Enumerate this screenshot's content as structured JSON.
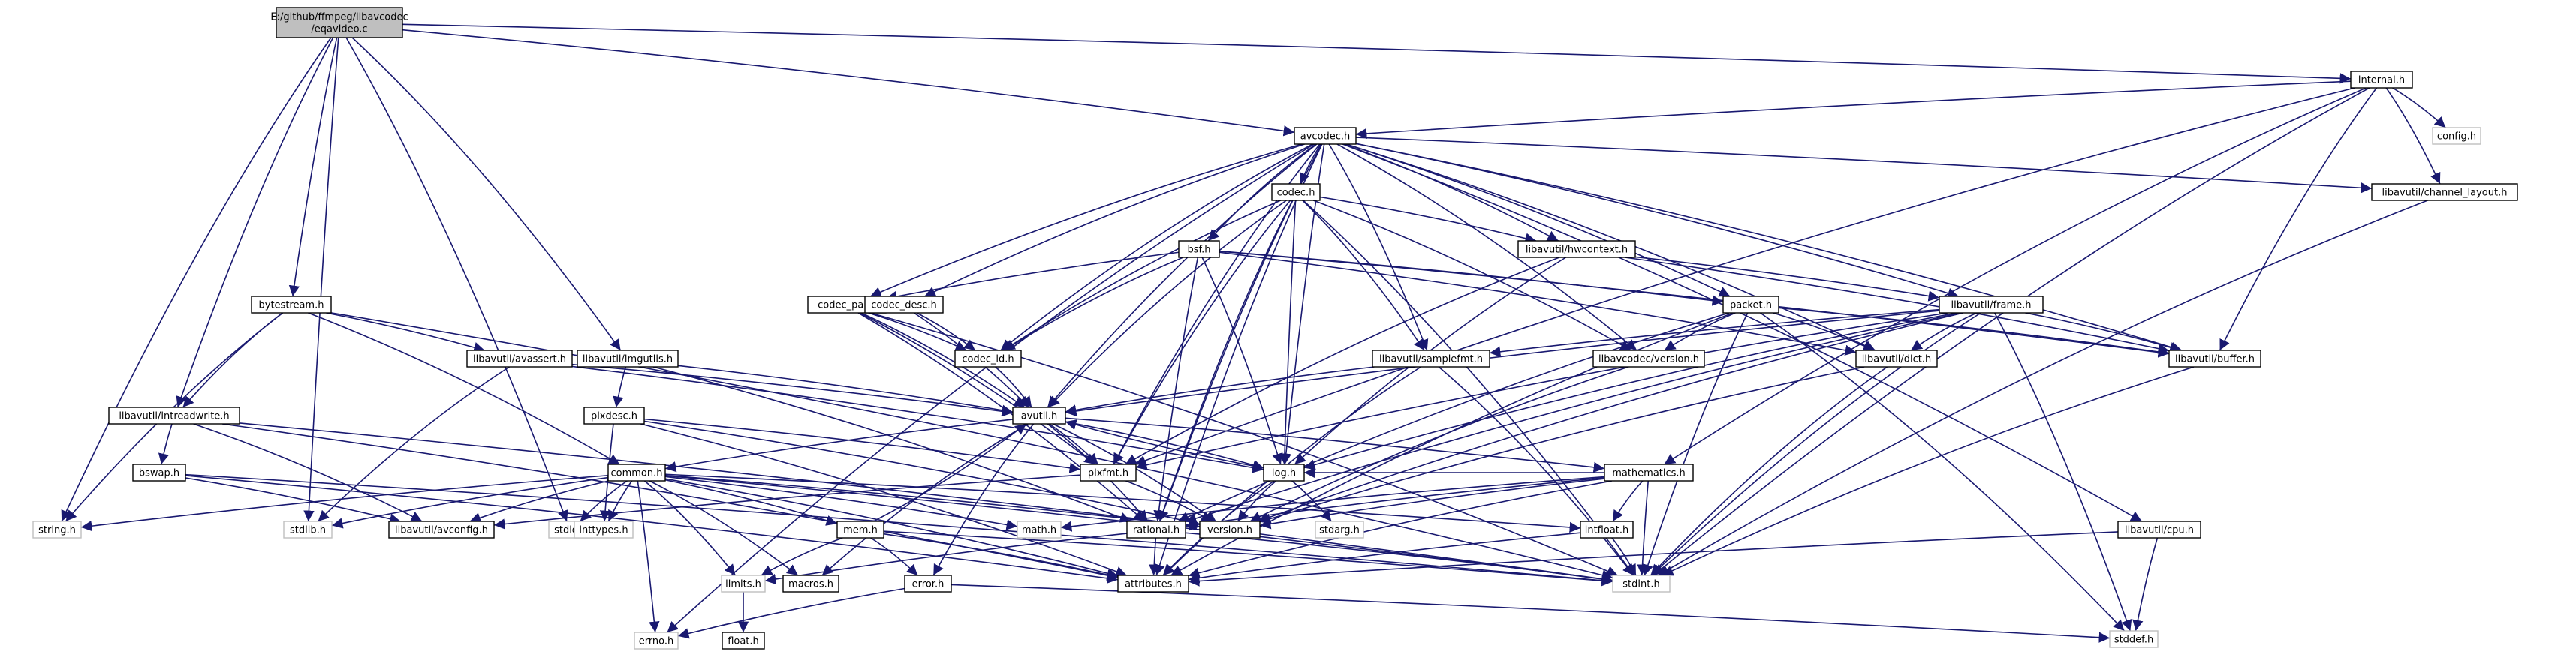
{
  "colors": {
    "background": "#ffffff",
    "edge": "#191970",
    "root_fill": "#bfbfbf",
    "node_fill": "#ffffff",
    "node_border": "#000000",
    "system_border": "#bfbfbf",
    "system_text": "#7f7f7f"
  },
  "nodes": [
    {
      "id": "root",
      "lines": [
        "E:/github/ffmpeg/libavcodec",
        "/eqavideo.c"
      ],
      "kind": "root"
    },
    {
      "id": "internal",
      "lines": [
        "internal.h"
      ],
      "kind": "header"
    },
    {
      "id": "avcodec",
      "lines": [
        "avcodec.h"
      ],
      "kind": "header"
    },
    {
      "id": "config",
      "lines": [
        "config.h"
      ],
      "kind": "system"
    },
    {
      "id": "channel_layout",
      "lines": [
        "libavutil/channel_layout.h"
      ],
      "kind": "header"
    },
    {
      "id": "codec",
      "lines": [
        "codec.h"
      ],
      "kind": "header"
    },
    {
      "id": "bsf",
      "lines": [
        "bsf.h"
      ],
      "kind": "header"
    },
    {
      "id": "hwcontext",
      "lines": [
        "libavutil/hwcontext.h"
      ],
      "kind": "header"
    },
    {
      "id": "frame",
      "lines": [
        "libavutil/frame.h"
      ],
      "kind": "header"
    },
    {
      "id": "bytestream",
      "lines": [
        "bytestream.h"
      ],
      "kind": "header"
    },
    {
      "id": "codec_par",
      "lines": [
        "codec_par.h"
      ],
      "kind": "header"
    },
    {
      "id": "codec_desc",
      "lines": [
        "codec_desc.h"
      ],
      "kind": "header"
    },
    {
      "id": "packet",
      "lines": [
        "packet.h"
      ],
      "kind": "header"
    },
    {
      "id": "avassert",
      "lines": [
        "libavutil/avassert.h"
      ],
      "kind": "header"
    },
    {
      "id": "imgutils",
      "lines": [
        "libavutil/imgutils.h"
      ],
      "kind": "header"
    },
    {
      "id": "samplefmt",
      "lines": [
        "libavutil/samplefmt.h"
      ],
      "kind": "header"
    },
    {
      "id": "codec_id",
      "lines": [
        "codec_id.h"
      ],
      "kind": "header"
    },
    {
      "id": "lavc_version",
      "lines": [
        "libavcodec/version.h"
      ],
      "kind": "header"
    },
    {
      "id": "dict",
      "lines": [
        "libavutil/dict.h"
      ],
      "kind": "header"
    },
    {
      "id": "buffer",
      "lines": [
        "libavutil/buffer.h"
      ],
      "kind": "header"
    },
    {
      "id": "intreadwrite",
      "lines": [
        "libavutil/intreadwrite.h"
      ],
      "kind": "header"
    },
    {
      "id": "avutil",
      "lines": [
        "avutil.h"
      ],
      "kind": "header"
    },
    {
      "id": "pixdesc",
      "lines": [
        "pixdesc.h"
      ],
      "kind": "header"
    },
    {
      "id": "common",
      "lines": [
        "common.h"
      ],
      "kind": "header"
    },
    {
      "id": "pixfmt",
      "lines": [
        "pixfmt.h"
      ],
      "kind": "header"
    },
    {
      "id": "log",
      "lines": [
        "log.h"
      ],
      "kind": "header"
    },
    {
      "id": "mathematics",
      "lines": [
        "mathematics.h"
      ],
      "kind": "header"
    },
    {
      "id": "bswap",
      "lines": [
        "bswap.h"
      ],
      "kind": "header"
    },
    {
      "id": "string",
      "lines": [
        "string.h"
      ],
      "kind": "system"
    },
    {
      "id": "stdlib",
      "lines": [
        "stdlib.h"
      ],
      "kind": "system"
    },
    {
      "id": "avconfig",
      "lines": [
        "libavutil/avconfig.h"
      ],
      "kind": "header"
    },
    {
      "id": "stdio",
      "lines": [
        "stdio.h"
      ],
      "kind": "system"
    },
    {
      "id": "inttypes",
      "lines": [
        "inttypes.h"
      ],
      "kind": "system"
    },
    {
      "id": "mem",
      "lines": [
        "mem.h"
      ],
      "kind": "header"
    },
    {
      "id": "math",
      "lines": [
        "math.h"
      ],
      "kind": "system"
    },
    {
      "id": "rational",
      "lines": [
        "rational.h"
      ],
      "kind": "header"
    },
    {
      "id": "version",
      "lines": [
        "version.h"
      ],
      "kind": "header"
    },
    {
      "id": "stdarg",
      "lines": [
        "stdarg.h"
      ],
      "kind": "system"
    },
    {
      "id": "intfloat",
      "lines": [
        "intfloat.h"
      ],
      "kind": "header"
    },
    {
      "id": "cpu",
      "lines": [
        "libavutil/cpu.h"
      ],
      "kind": "header"
    },
    {
      "id": "limits",
      "lines": [
        "limits.h"
      ],
      "kind": "system"
    },
    {
      "id": "macros",
      "lines": [
        "macros.h"
      ],
      "kind": "header"
    },
    {
      "id": "error",
      "lines": [
        "error.h"
      ],
      "kind": "header"
    },
    {
      "id": "attributes",
      "lines": [
        "attributes.h"
      ],
      "kind": "header"
    },
    {
      "id": "stdint",
      "lines": [
        "stdint.h"
      ],
      "kind": "system"
    },
    {
      "id": "stddef",
      "lines": [
        "stddef.h"
      ],
      "kind": "system"
    },
    {
      "id": "errno",
      "lines": [
        "errno.h"
      ],
      "kind": "system"
    },
    {
      "id": "float",
      "lines": [
        "float.h"
      ],
      "kind": "header"
    }
  ],
  "edges": [
    [
      "root",
      "internal"
    ],
    [
      "root",
      "avcodec"
    ],
    [
      "root",
      "bytestream"
    ],
    [
      "root",
      "imgutils"
    ],
    [
      "root",
      "intreadwrite"
    ],
    [
      "root",
      "string"
    ],
    [
      "root",
      "stdlib"
    ],
    [
      "root",
      "stdio"
    ],
    [
      "internal",
      "avcodec"
    ],
    [
      "internal",
      "config"
    ],
    [
      "internal",
      "channel_layout"
    ],
    [
      "internal",
      "buffer"
    ],
    [
      "internal",
      "pixfmt"
    ],
    [
      "internal",
      "mathematics"
    ],
    [
      "internal",
      "stdint"
    ],
    [
      "avcodec",
      "codec"
    ],
    [
      "avcodec",
      "bsf"
    ],
    [
      "avcodec",
      "codec_par"
    ],
    [
      "avcodec",
      "codec_desc"
    ],
    [
      "avcodec",
      "codec_id"
    ],
    [
      "avcodec",
      "packet"
    ],
    [
      "avcodec",
      "samplefmt"
    ],
    [
      "avcodec",
      "lavc_version"
    ],
    [
      "avcodec",
      "hwcontext"
    ],
    [
      "avcodec",
      "frame"
    ],
    [
      "avcodec",
      "dict"
    ],
    [
      "avcodec",
      "buffer"
    ],
    [
      "avcodec",
      "channel_layout"
    ],
    [
      "avcodec",
      "cpu"
    ],
    [
      "avcodec",
      "avutil"
    ],
    [
      "avcodec",
      "log"
    ],
    [
      "avcodec",
      "rational"
    ],
    [
      "avcodec",
      "pixfmt"
    ],
    [
      "avcodec",
      "attributes"
    ],
    [
      "avcodec",
      "errno"
    ],
    [
      "codec",
      "hwcontext"
    ],
    [
      "codec",
      "codec_id"
    ],
    [
      "codec",
      "samplefmt"
    ],
    [
      "codec",
      "lavc_version"
    ],
    [
      "codec",
      "avutil"
    ],
    [
      "codec",
      "log"
    ],
    [
      "codec",
      "pixfmt"
    ],
    [
      "codec",
      "rational"
    ],
    [
      "codec",
      "stdint"
    ],
    [
      "bsf",
      "codec_par"
    ],
    [
      "bsf",
      "packet"
    ],
    [
      "bsf",
      "codec_id"
    ],
    [
      "bsf",
      "buffer"
    ],
    [
      "bsf",
      "dict"
    ],
    [
      "bsf",
      "log"
    ],
    [
      "bsf",
      "rational"
    ],
    [
      "hwcontext",
      "frame"
    ],
    [
      "hwcontext",
      "buffer"
    ],
    [
      "hwcontext",
      "pixfmt"
    ],
    [
      "hwcontext",
      "log"
    ],
    [
      "frame",
      "avutil"
    ],
    [
      "frame",
      "buffer"
    ],
    [
      "frame",
      "dict"
    ],
    [
      "frame",
      "rational"
    ],
    [
      "frame",
      "samplefmt"
    ],
    [
      "frame",
      "pixfmt"
    ],
    [
      "frame",
      "version"
    ],
    [
      "frame",
      "stdint"
    ],
    [
      "frame",
      "stddef"
    ],
    [
      "frame",
      "log"
    ],
    [
      "packet",
      "buffer"
    ],
    [
      "packet",
      "dict"
    ],
    [
      "packet",
      "lavc_version"
    ],
    [
      "packet",
      "attributes"
    ],
    [
      "packet",
      "rational"
    ],
    [
      "packet",
      "stdint"
    ],
    [
      "packet",
      "stddef"
    ],
    [
      "codec_par",
      "codec_id"
    ],
    [
      "codec_par",
      "avutil"
    ],
    [
      "codec_par",
      "pixfmt"
    ],
    [
      "codec_par",
      "rational"
    ],
    [
      "codec_par",
      "stdint"
    ],
    [
      "codec_desc",
      "codec_id"
    ],
    [
      "codec_desc",
      "avutil"
    ],
    [
      "codec_id",
      "avutil"
    ],
    [
      "samplefmt",
      "avutil"
    ],
    [
      "samplefmt",
      "attributes"
    ],
    [
      "samplefmt",
      "stdint"
    ],
    [
      "lavc_version",
      "version"
    ],
    [
      "dict",
      "stdint"
    ],
    [
      "dict",
      "version"
    ],
    [
      "buffer",
      "stdint"
    ],
    [
      "channel_layout",
      "stdint"
    ],
    [
      "bytestream",
      "intreadwrite"
    ],
    [
      "bytestream",
      "common"
    ],
    [
      "bytestream",
      "avassert"
    ],
    [
      "bytestream",
      "string"
    ],
    [
      "bytestream",
      "stdint"
    ],
    [
      "avassert",
      "avutil"
    ],
    [
      "avassert",
      "stdlib"
    ],
    [
      "avassert",
      "log"
    ],
    [
      "imgutils",
      "avutil"
    ],
    [
      "imgutils",
      "pixdesc"
    ],
    [
      "imgutils",
      "rational"
    ],
    [
      "intreadwrite",
      "avconfig"
    ],
    [
      "intreadwrite",
      "attributes"
    ],
    [
      "intreadwrite",
      "bswap"
    ],
    [
      "intreadwrite",
      "stdint"
    ],
    [
      "bswap",
      "avconfig"
    ],
    [
      "bswap",
      "attributes"
    ],
    [
      "bswap",
      "stdint"
    ],
    [
      "avutil",
      "common"
    ],
    [
      "avutil",
      "error"
    ],
    [
      "avutil",
      "rational"
    ],
    [
      "avutil",
      "version"
    ],
    [
      "avutil",
      "macros"
    ],
    [
      "avutil",
      "mathematics"
    ],
    [
      "avutil",
      "log"
    ],
    [
      "avutil",
      "pixfmt"
    ],
    [
      "pixdesc",
      "inttypes"
    ],
    [
      "pixdesc",
      "attributes"
    ],
    [
      "pixdesc",
      "pixfmt"
    ],
    [
      "pixdesc",
      "version"
    ],
    [
      "common",
      "errno"
    ],
    [
      "common",
      "inttypes"
    ],
    [
      "common",
      "limits"
    ],
    [
      "common",
      "math"
    ],
    [
      "common",
      "stdint"
    ],
    [
      "common",
      "stdlib"
    ],
    [
      "common",
      "stdio"
    ],
    [
      "common",
      "string"
    ],
    [
      "common",
      "attributes"
    ],
    [
      "common",
      "macros"
    ],
    [
      "common",
      "version"
    ],
    [
      "common",
      "avconfig"
    ],
    [
      "common",
      "mem"
    ],
    [
      "common",
      "intfloat"
    ],
    [
      "mem",
      "limits"
    ],
    [
      "mem",
      "stdint"
    ],
    [
      "mem",
      "attributes"
    ],
    [
      "mem",
      "error"
    ],
    [
      "mem",
      "avutil"
    ],
    [
      "mathematics",
      "stdint"
    ],
    [
      "mathematics",
      "math"
    ],
    [
      "mathematics",
      "attributes"
    ],
    [
      "mathematics",
      "rational"
    ],
    [
      "mathematics",
      "intfloat"
    ],
    [
      "mathematics",
      "log"
    ],
    [
      "mathematics",
      "version"
    ],
    [
      "log",
      "stdarg"
    ],
    [
      "log",
      "attributes"
    ],
    [
      "log",
      "version"
    ],
    [
      "log",
      "avutil"
    ],
    [
      "pixfmt",
      "avconfig"
    ],
    [
      "pixfmt",
      "version"
    ],
    [
      "rational",
      "stdint"
    ],
    [
      "rational",
      "limits"
    ],
    [
      "rational",
      "attributes"
    ],
    [
      "intfloat",
      "stdint"
    ],
    [
      "intfloat",
      "attributes"
    ],
    [
      "error",
      "errno"
    ],
    [
      "error",
      "stddef"
    ],
    [
      "cpu",
      "attributes"
    ],
    [
      "cpu",
      "stddef"
    ],
    [
      "limits",
      "float"
    ]
  ]
}
